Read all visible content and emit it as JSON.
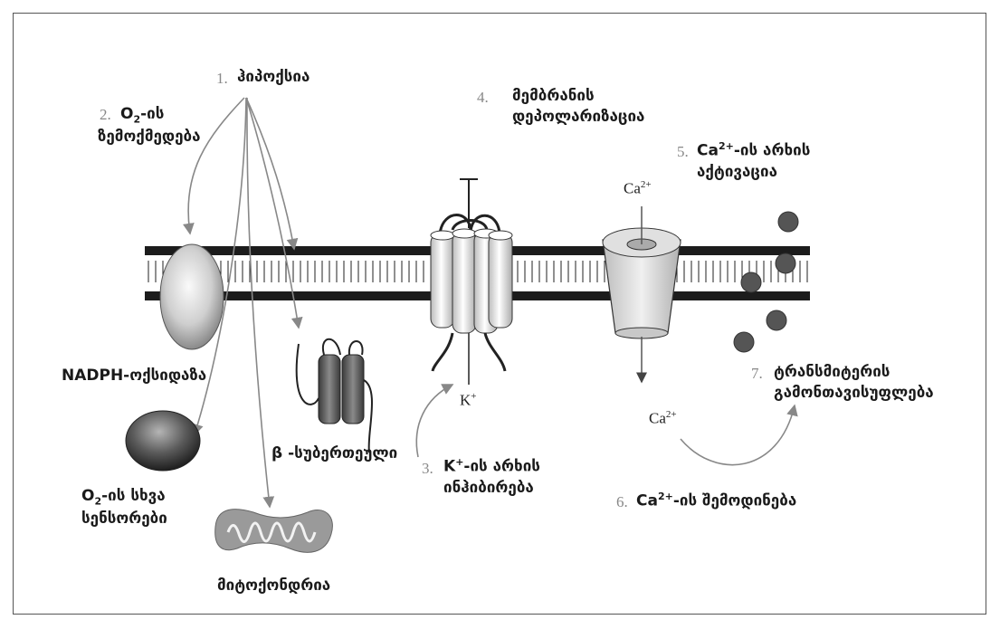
{
  "steps": [
    {
      "num": "1.",
      "text": "ჰიპოქსია"
    },
    {
      "num": "2.",
      "line1_pre": "O",
      "line1_sub": "2",
      "line1_post": "-ის",
      "line2": "ზემოქმედება"
    },
    {
      "num": "3.",
      "line1_pre": "K",
      "line1_sup": "+",
      "line1_post": "-ის არხის",
      "line2": "ინჰიბირება"
    },
    {
      "num": "4.",
      "line1": "მემბრანის",
      "line2": "დეპოლარიზაცია"
    },
    {
      "num": "5.",
      "line1_pre": "Ca",
      "line1_sup": "2+",
      "line1_post": "-ის არხის",
      "line2": "აქტივაცია"
    },
    {
      "num": "6.",
      "pre": "Ca",
      "sup": "2+",
      "post": "-ის შემოდინება"
    },
    {
      "num": "7.",
      "line1": "ტრანსმიტერის",
      "line2": "გამონთავისუფლება"
    }
  ],
  "labels": {
    "nadph": "NADPH-ოქსიდაზა",
    "beta": "β -სუბერთეული",
    "sensor_pre": "O",
    "sensor_sub": "2",
    "sensor_post": "-ის სხვა",
    "sensor_line2": "სენსორები",
    "mito": "მიტოქონდრია"
  },
  "ions": {
    "k": "K",
    "k_sup": "+",
    "ca": "Ca",
    "ca_sup": "2+"
  },
  "colors": {
    "membrane_band": "#1c1c1c",
    "lipid_head": "#ffffff",
    "arrow": "#888888",
    "vesicle": "#555555"
  }
}
